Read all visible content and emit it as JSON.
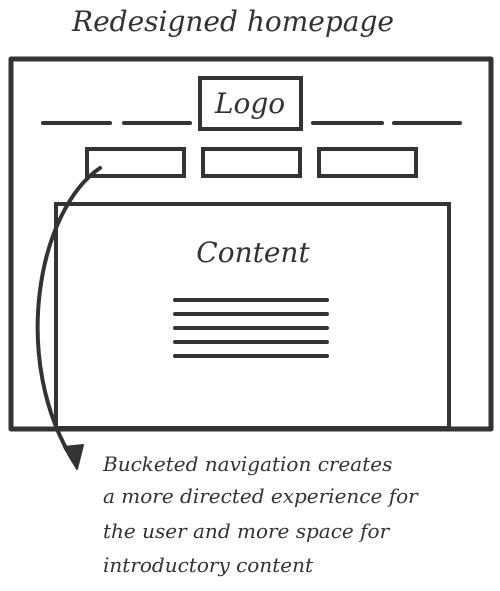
{
  "title": "Redesigned homepage",
  "logo_label": "Logo",
  "content_label": "Content",
  "annotation_lines": [
    "Bucketed navigation creates",
    "a more directed experience for",
    "the user and more space for",
    "introductory content"
  ],
  "colors": {
    "ink": "#333333",
    "background": "#ffffff"
  }
}
